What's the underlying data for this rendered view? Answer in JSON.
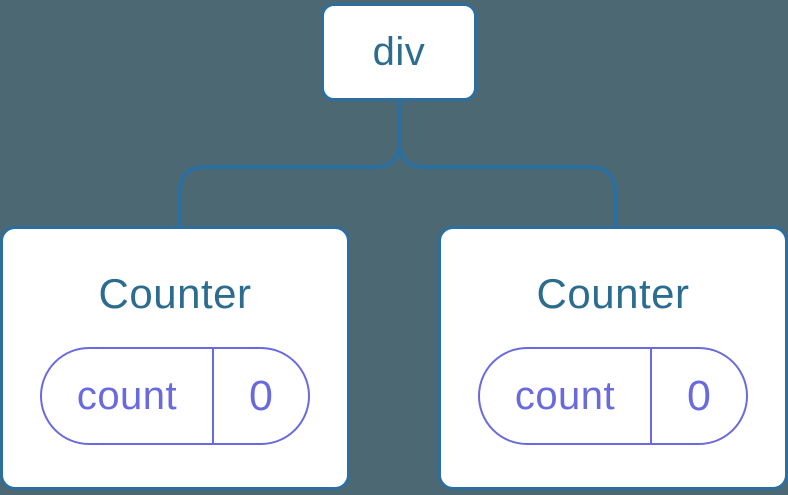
{
  "diagram": {
    "description": "Component tree diagram: a div element with two Counter children, each holding a count state of 0",
    "colors": {
      "background": "#4C6872",
      "line": "#2C6E9E",
      "node_text": "#2B6C8F",
      "state_purple": "#6A6ADF",
      "node_background": "#FFFFFF"
    },
    "root": {
      "label": "div"
    },
    "children": [
      {
        "title": "Counter",
        "state": {
          "key": "count",
          "value": "0"
        }
      },
      {
        "title": "Counter",
        "state": {
          "key": "count",
          "value": "0"
        }
      }
    ]
  }
}
